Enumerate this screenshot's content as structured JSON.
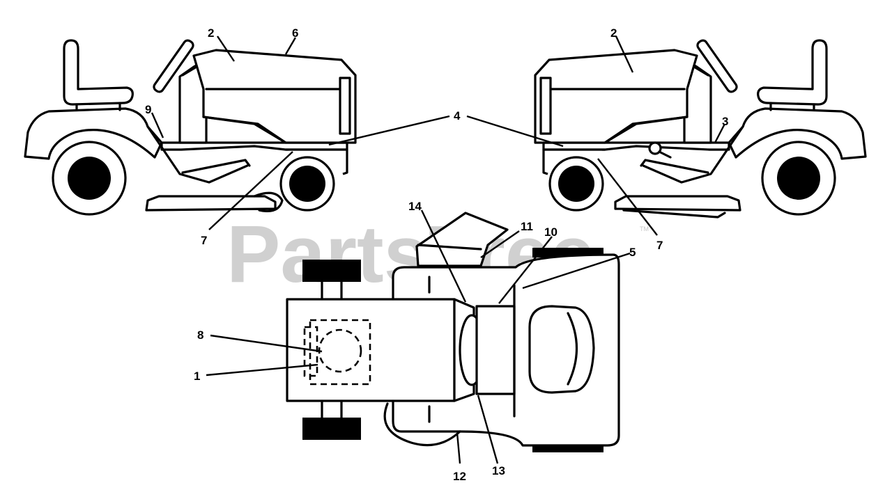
{
  "watermark": {
    "text": "PartsTree",
    "trademark": "TM"
  },
  "callouts": {
    "left_view": {
      "c2": "2",
      "c6": "6",
      "c9": "9",
      "c7": "7"
    },
    "shared": {
      "c4": "4"
    },
    "right_view": {
      "c2": "2",
      "c3": "3",
      "c7": "7"
    },
    "top_view": {
      "c14": "14",
      "c11": "11",
      "c10": "10",
      "c5": "5",
      "c8": "8",
      "c1": "1",
      "c12": "12",
      "c13": "13"
    }
  },
  "colors": {
    "line": "#000000",
    "background": "#ffffff",
    "watermark": "#c8c8c8"
  }
}
